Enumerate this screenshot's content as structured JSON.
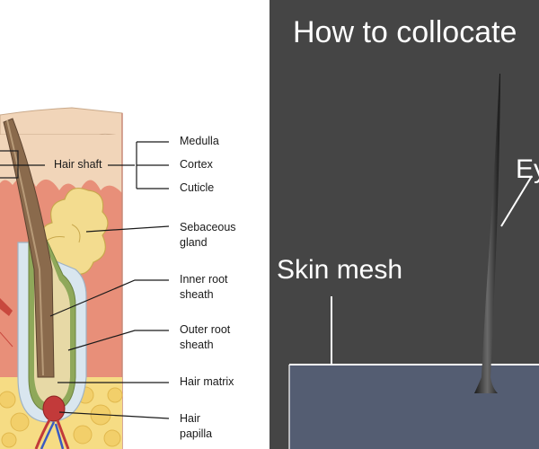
{
  "diagram": {
    "labels": {
      "hair_shaft": "Hair shaft",
      "medulla": "Medulla",
      "cortex": "Cortex",
      "cuticle": "Cuticle",
      "sebaceous_gland": "Sebaceous\ngland",
      "inner_root_sheath": "Inner root\nsheath",
      "outer_root_sheath": "Outer root\nsheath",
      "hair_matrix": "Hair matrix",
      "hair_papilla": "Hair\npapilla"
    }
  },
  "render": {
    "title": "How to collocate",
    "skin_mesh_label": "Skin mesh",
    "eye_label": "Ey"
  },
  "colors": {
    "skin_top": "#f1d5b9",
    "dermis": "#e88f79",
    "gland": "#f3dc8f",
    "fat": "#f6dc84",
    "outer_sheath": "#d9e6ef",
    "inner_sheath": "#8fa85a",
    "hair": "#8a6a4c",
    "papilla": "#c23a3a",
    "render_bg": "#454545",
    "skin_mesh": "#545d72"
  }
}
